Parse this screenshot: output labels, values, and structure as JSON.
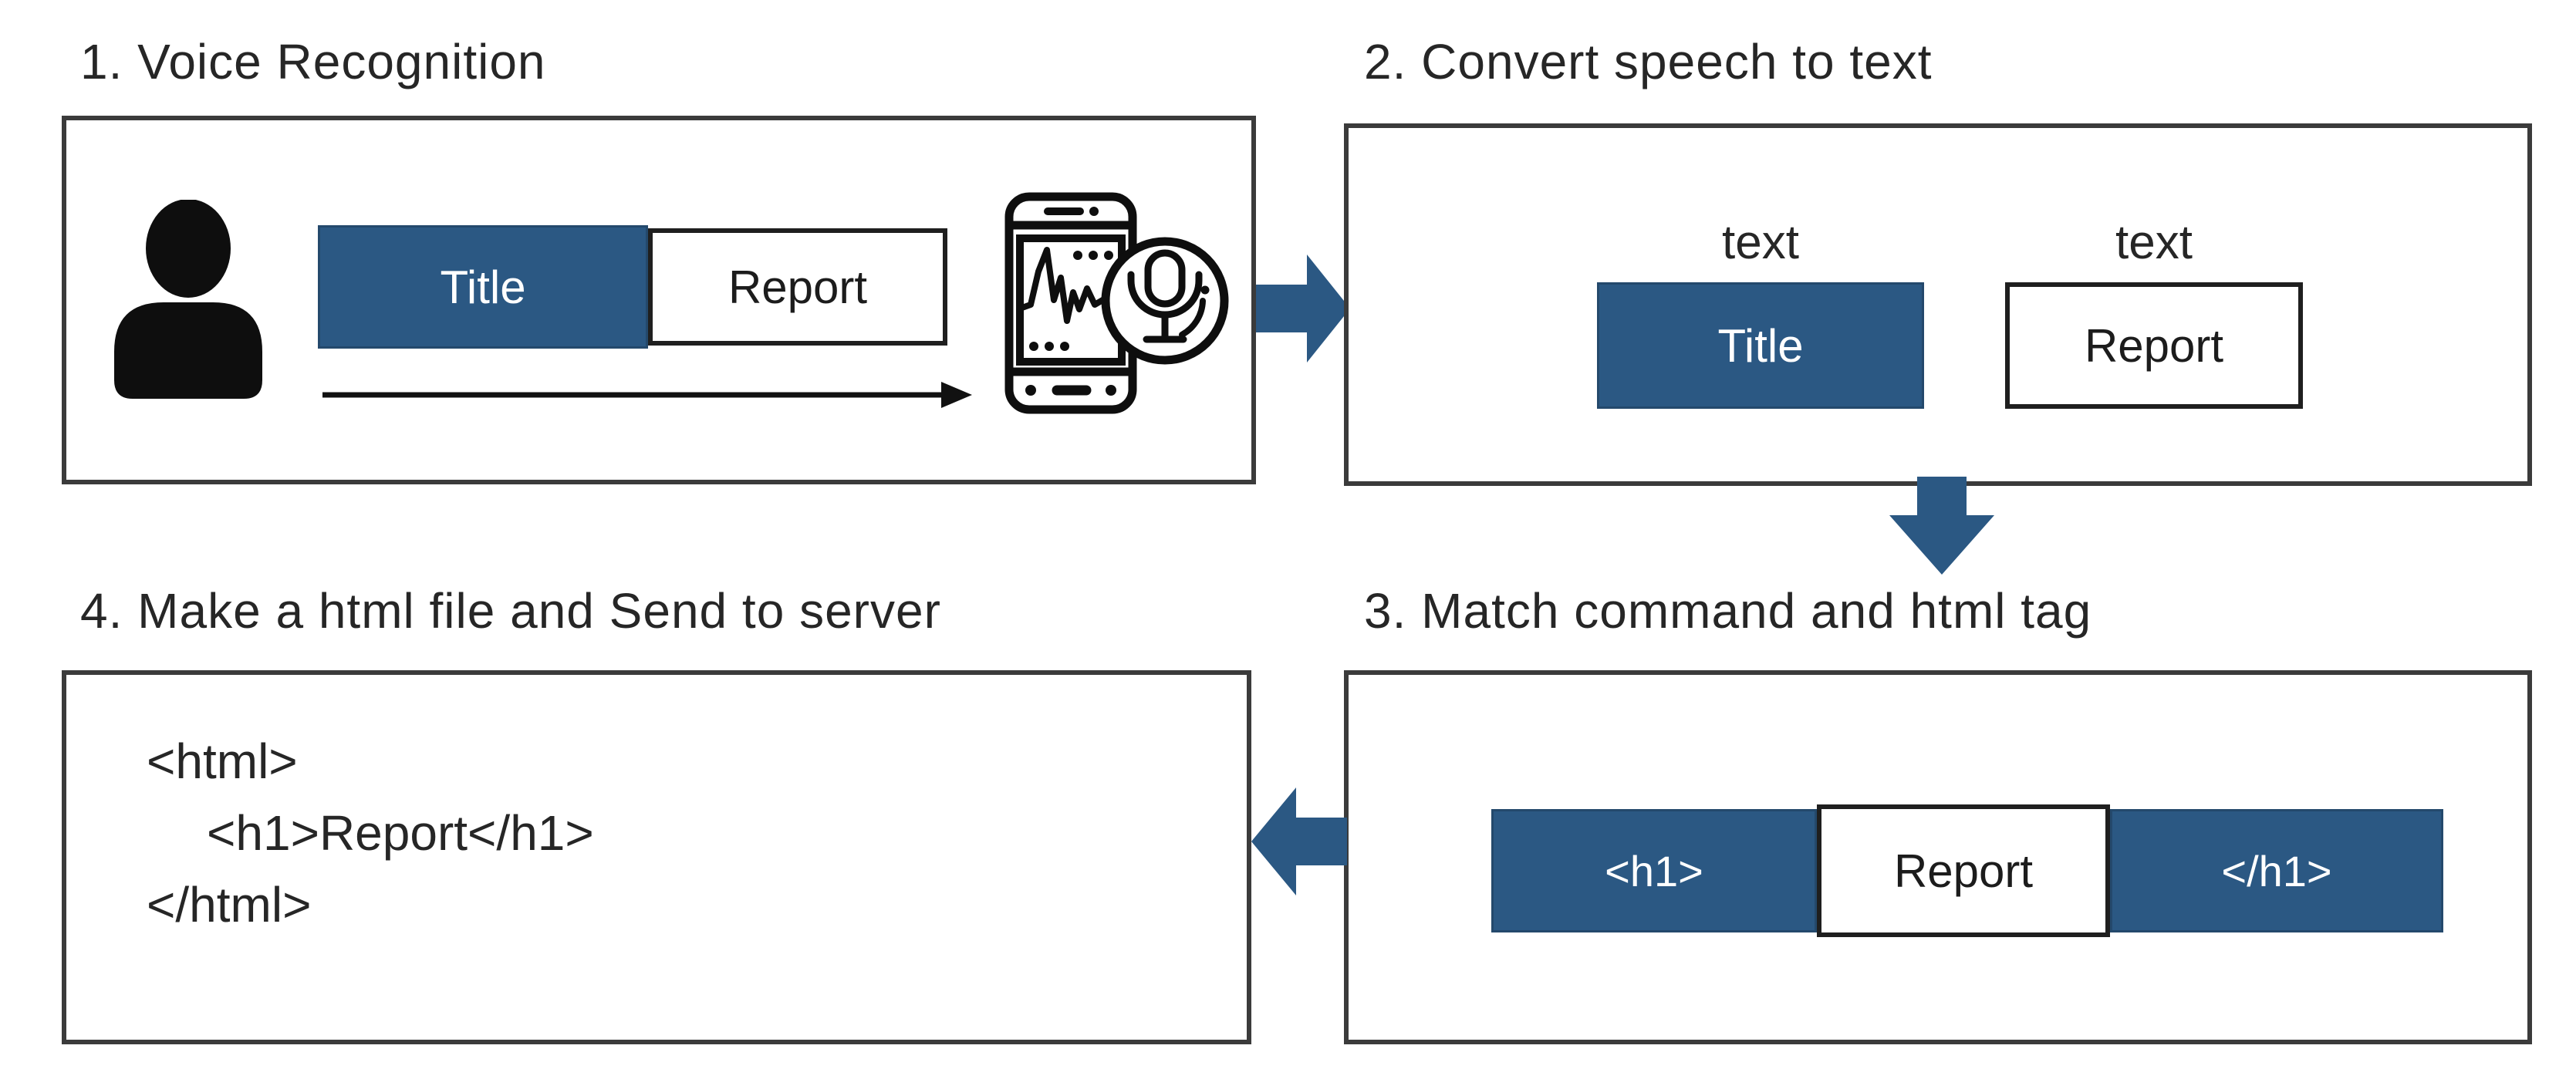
{
  "colors": {
    "accent_blue": "#2b5883",
    "panel_border": "#3b3b3b",
    "chip_border": "#1f1f1f",
    "text": "#262626"
  },
  "step1": {
    "label": "1. Voice Recognition",
    "chip_title": "Title",
    "chip_report": "Report",
    "icons": {
      "person": "person-icon",
      "smartphone": "smartphone-icon",
      "microphone": "microphone-icon",
      "speech_arrow": "speech-arrow-icon"
    }
  },
  "step2": {
    "label": "2. Convert speech to text",
    "text_label_left": "text",
    "text_label_right": "text",
    "chip_title": "Title",
    "chip_report": "Report"
  },
  "step3": {
    "label": "3. Match command and html tag",
    "chip_open_tag": "<h1>",
    "chip_content": "Report",
    "chip_close_tag": "</h1>"
  },
  "step4": {
    "label": "4. Make a html file and Send to server",
    "code_lines": {
      "line1": "<html>",
      "line2": "<h1>Report</h1>",
      "line3": "</html>"
    }
  },
  "connectors": {
    "right_arrow": "flow-arrow-right-icon",
    "down_arrow": "flow-arrow-down-icon",
    "left_arrow": "flow-arrow-left-icon"
  }
}
